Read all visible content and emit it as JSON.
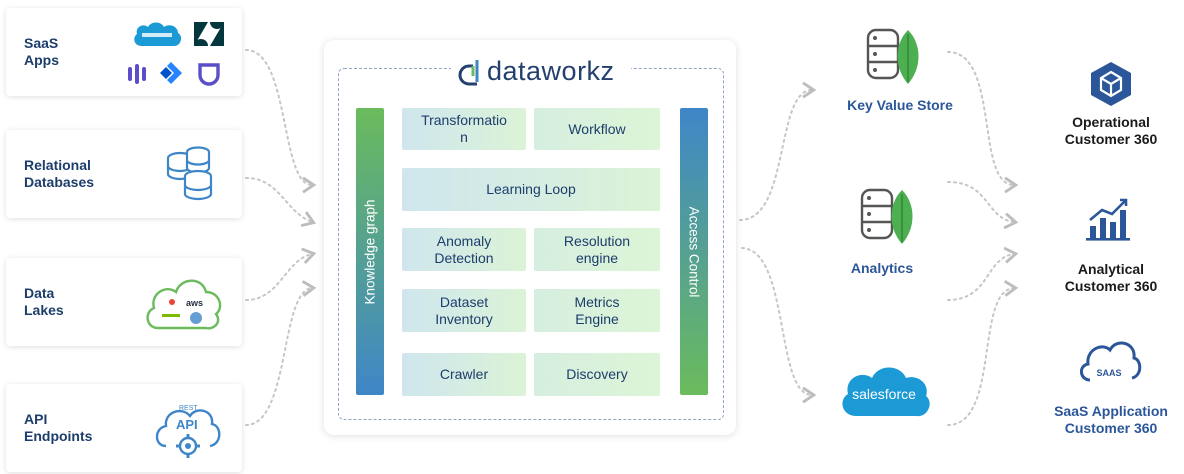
{
  "brand": {
    "name": "dataworkz"
  },
  "sources": [
    {
      "label": "SaaS\nApps",
      "logos": [
        "salesforce-logo-icon",
        "zendesk-logo-icon",
        "intercom-logo-icon",
        "jira-logo-icon",
        "okta-logo-icon"
      ]
    },
    {
      "label": "Relational\nDatabases",
      "icon": "database-stack-icon"
    },
    {
      "label": "Data\nLakes",
      "icon": "cloud-icon",
      "cloud_text": "aws"
    },
    {
      "label": "API\nEndpoints",
      "icon": "api-gear-cloud-icon",
      "badge_top": "REST",
      "badge_main": "API"
    }
  ],
  "platform": {
    "left_bar": "Knowledge graph",
    "right_bar": "Access Control",
    "modules": [
      {
        "label": "Transformatio\nn"
      },
      {
        "label": "Workflow"
      },
      {
        "label": "Learning Loop"
      },
      {
        "label": "Anomaly\nDetection"
      },
      {
        "label": "Resolution\nengine"
      },
      {
        "label": "Dataset\nInventory"
      },
      {
        "label": "Metrics\nEngine"
      },
      {
        "label": "Crawler"
      },
      {
        "label": "Discovery"
      }
    ]
  },
  "stores": [
    {
      "label": "Key Value Store",
      "icon": "database-leaf-icon"
    },
    {
      "label": "Analytics",
      "icon": "database-leaf-icon"
    },
    {
      "label": "salesforce",
      "icon": "salesforce-cloud-icon"
    }
  ],
  "results": [
    {
      "label": "Operational\nCustomer 360",
      "icon": "cube-icon"
    },
    {
      "label": "Analytical\nCustomer 360",
      "icon": "bar-chart-icon"
    },
    {
      "label": "SaaS Application\nCustomer 360",
      "icon": "saas-cloud-icon",
      "badge": "SAAS"
    }
  ],
  "colors": {
    "navy": "#1d3d6b",
    "blue": "#2b579a",
    "green": "#6bbb5c",
    "bar_blue": "#3f86c8",
    "salesforce": "#1b9ad6",
    "connector": "#c6c6c6"
  }
}
